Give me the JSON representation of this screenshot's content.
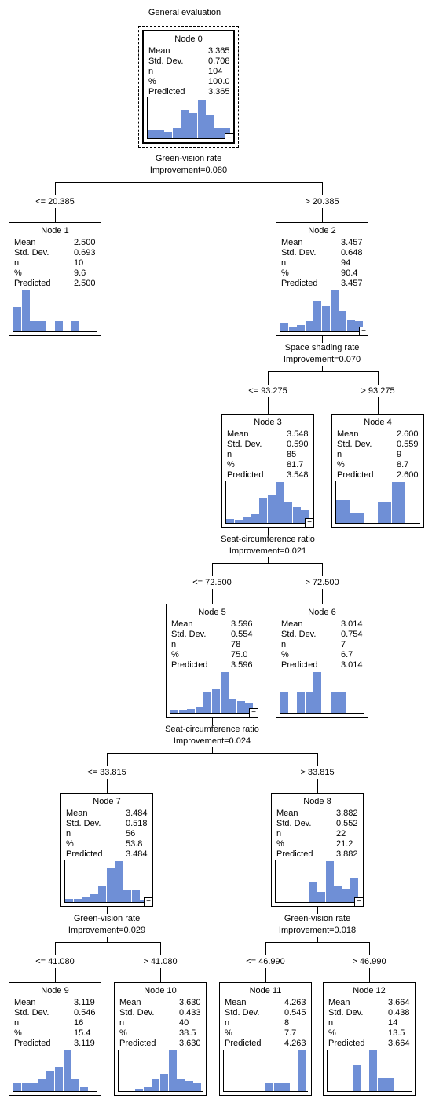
{
  "title": "General evaluation",
  "stat_labels": [
    "Mean",
    "Std. Dev.",
    "n",
    "%",
    "Predicted"
  ],
  "nodes": [
    {
      "id": "0",
      "name": "Node 0",
      "stats": [
        "3.365",
        "0.708",
        "104",
        "100.0",
        "3.365"
      ],
      "hist": [
        0.22,
        0.22,
        0.16,
        0.25,
        0.7,
        0.62,
        0.92,
        0.55,
        0.25,
        0.25
      ]
    },
    {
      "id": "1",
      "name": "Node 1",
      "stats": [
        "2.500",
        "0.693",
        "10",
        "9.6",
        "2.500"
      ],
      "hist": [
        0.6,
        1.0,
        0.25,
        0.25,
        0,
        0.25,
        0,
        0.25,
        0,
        0
      ]
    },
    {
      "id": "2",
      "name": "Node 2",
      "stats": [
        "3.457",
        "0.648",
        "94",
        "90.4",
        "3.457"
      ],
      "hist": [
        0.2,
        0.1,
        0.15,
        0.25,
        0.75,
        0.62,
        1.0,
        0.5,
        0.28,
        0.25
      ]
    },
    {
      "id": "3",
      "name": "Node 3",
      "stats": [
        "3.548",
        "0.590",
        "85",
        "81.7",
        "3.548"
      ],
      "hist": [
        0.1,
        0.06,
        0.15,
        0.22,
        0.62,
        0.68,
        1.0,
        0.5,
        0.38,
        0.3
      ]
    },
    {
      "id": "4",
      "name": "Node 4",
      "stats": [
        "2.600",
        "0.559",
        "9",
        "8.7",
        "2.600"
      ],
      "hist": [
        0.55,
        0.25,
        0,
        0.5,
        1.0,
        0
      ]
    },
    {
      "id": "5",
      "name": "Node 5",
      "stats": [
        "3.596",
        "0.554",
        "78",
        "75.0",
        "3.596"
      ],
      "hist": [
        0.06,
        0.06,
        0.1,
        0.16,
        0.5,
        0.58,
        1.0,
        0.35,
        0.28,
        0.25
      ]
    },
    {
      "id": "6",
      "name": "Node 6",
      "stats": [
        "3.014",
        "0.754",
        "7",
        "6.7",
        "3.014"
      ],
      "hist": [
        0.5,
        0,
        0.5,
        0.5,
        1.0,
        0,
        0.5,
        0.5,
        0,
        0
      ]
    },
    {
      "id": "7",
      "name": "Node 7",
      "stats": [
        "3.484",
        "0.518",
        "56",
        "53.8",
        "3.484"
      ],
      "hist": [
        0.08,
        0.08,
        0.12,
        0.2,
        0.4,
        0.82,
        1.0,
        0.28,
        0.28,
        0.06
      ]
    },
    {
      "id": "8",
      "name": "Node 8",
      "stats": [
        "3.882",
        "0.552",
        "22",
        "21.2",
        "3.882"
      ],
      "hist": [
        0,
        0,
        0,
        0,
        0.5,
        0.25,
        1.0,
        0.4,
        0.3,
        0.6
      ]
    },
    {
      "id": "9",
      "name": "Node 9",
      "stats": [
        "3.119",
        "0.546",
        "16",
        "15.4",
        "3.119"
      ],
      "hist": [
        0.2,
        0.2,
        0.2,
        0.3,
        0.5,
        0.6,
        1.0,
        0.3,
        0.1,
        0
      ]
    },
    {
      "id": "10",
      "name": "Node 10",
      "stats": [
        "3.630",
        "0.433",
        "40",
        "38.5",
        "3.630"
      ],
      "hist": [
        0,
        0,
        0.06,
        0.1,
        0.3,
        0.42,
        1.0,
        0.3,
        0.25,
        0.2
      ]
    },
    {
      "id": "11",
      "name": "Node 11",
      "stats": [
        "4.263",
        "0.545",
        "8",
        "7.7",
        "4.263"
      ],
      "hist": [
        0,
        0,
        0,
        0,
        0,
        0.2,
        0.2,
        0.2,
        0,
        1.0
      ]
    },
    {
      "id": "12",
      "name": "Node 12",
      "stats": [
        "3.664",
        "0.438",
        "14",
        "13.5",
        "3.664"
      ],
      "hist": [
        0,
        0,
        0,
        0.66,
        0,
        1.0,
        0.33,
        0.33,
        0,
        0
      ]
    }
  ],
  "splits": [
    {
      "id": "s0",
      "variable": "Green-vision rate",
      "improvement": "Improvement=0.080",
      "left": "<= 20.385",
      "right": "> 20.385"
    },
    {
      "id": "s2",
      "variable": "Space shading rate",
      "improvement": "Improvement=0.070",
      "left": "<= 93.275",
      "right": "> 93.275"
    },
    {
      "id": "s3",
      "variable": "Seat-circumference ratio",
      "improvement": "Improvement=0.021",
      "left": "<= 72.500",
      "right": "> 72.500"
    },
    {
      "id": "s5",
      "variable": "Seat-circumference ratio",
      "improvement": "Improvement=0.024",
      "left": "<= 33.815",
      "right": "> 33.815"
    },
    {
      "id": "s7",
      "variable": "Green-vision rate",
      "improvement": "Improvement=0.029",
      "left": "<= 41.080",
      "right": "> 41.080"
    },
    {
      "id": "s8",
      "variable": "Green-vision rate",
      "improvement": "Improvement=0.018",
      "left": "<= 46.990",
      "right": "> 46.990"
    }
  ],
  "colors": {
    "bar": "#6f8fd6",
    "line": "#000000"
  }
}
